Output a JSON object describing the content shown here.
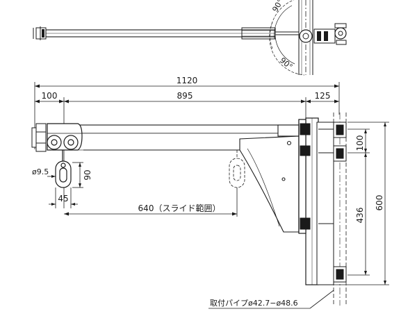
{
  "top_view": {
    "angle_upper": "90°",
    "angle_lower": "90°"
  },
  "dimensions": {
    "overall_length": "1120",
    "left_offset": "100",
    "arm_length": "895",
    "bracket_depth": "125",
    "hole_diameter": "ø9.5",
    "hook_height": "90",
    "hook_width": "45",
    "slide_range": "640（スライド範囲）",
    "clamp_pitch": "100",
    "clamp_span": "436",
    "total_height": "600"
  },
  "callout": {
    "pipe_label": "取付パイプø42.7−ø48.6"
  }
}
